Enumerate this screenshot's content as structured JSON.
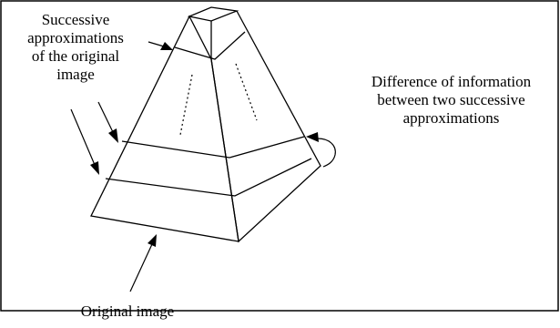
{
  "diagram": {
    "labels": {
      "approximations": [
        "Successive",
        "approximations",
        "of the original",
        "image"
      ],
      "difference": [
        "Difference of information",
        "between two successive",
        "approximations"
      ],
      "original": "Original image"
    },
    "colors": {
      "stroke": "#000000",
      "background": "#ffffff"
    }
  }
}
